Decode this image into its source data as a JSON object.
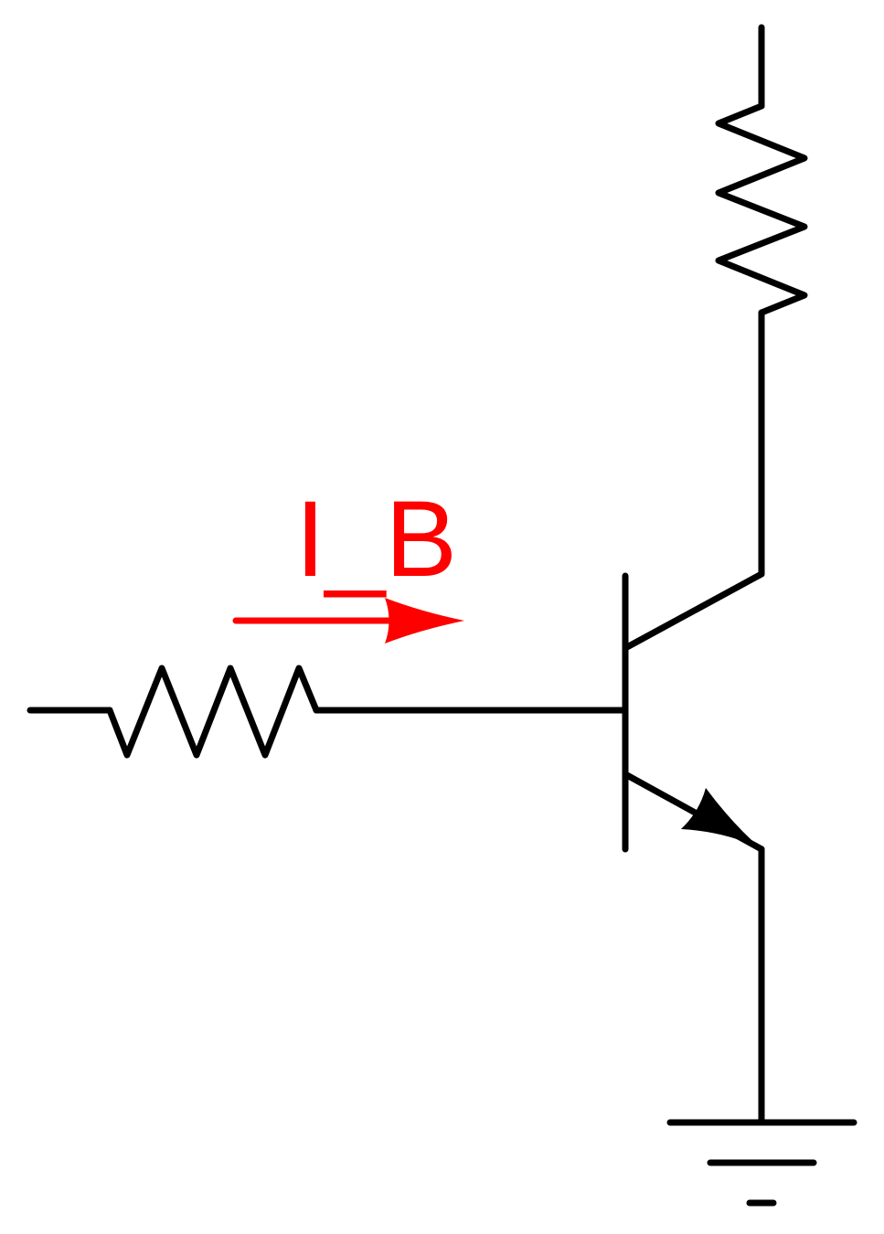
{
  "diagram": {
    "current_label": "I_B",
    "colors": {
      "wire": "#000000",
      "annotation": "#ff0000",
      "background": "#ffffff"
    },
    "components": [
      "base-resistor",
      "collector-resistor",
      "npn-transistor",
      "ground-symbol",
      "base-current-arrow"
    ]
  }
}
